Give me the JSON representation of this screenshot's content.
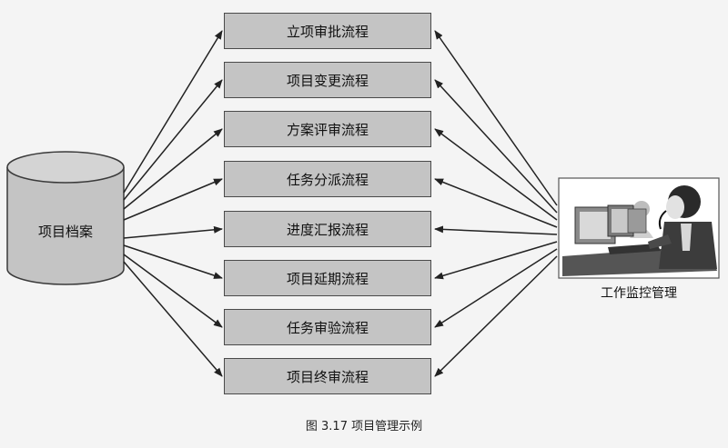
{
  "archive": {
    "label": "项目档案"
  },
  "processes": [
    {
      "label": "立项审批流程"
    },
    {
      "label": "项目变更流程"
    },
    {
      "label": "方案评审流程"
    },
    {
      "label": "任务分派流程"
    },
    {
      "label": "进度汇报流程"
    },
    {
      "label": "项目延期流程"
    },
    {
      "label": "任务审验流程"
    },
    {
      "label": "项目终审流程"
    }
  ],
  "operator": {
    "label": "工作监控管理"
  },
  "caption": "图 3.17 项目管理示例"
}
